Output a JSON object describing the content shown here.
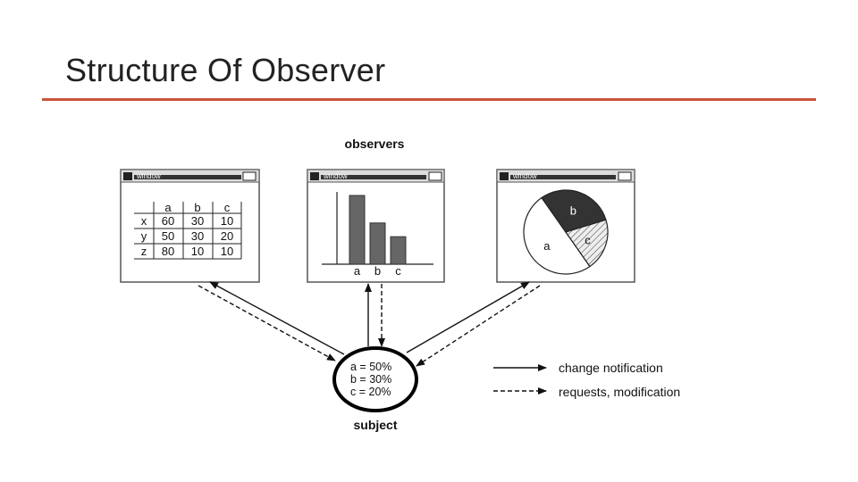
{
  "slide": {
    "title": "Structure Of Observer",
    "accent_color": "#c8553a"
  },
  "diagram": {
    "observers_label": "observers",
    "subject_label": "subject",
    "window_title": "window",
    "table": {
      "columns": [
        "a",
        "b",
        "c"
      ],
      "rows": [
        {
          "label": "x",
          "values": [
            "60",
            "30",
            "10"
          ]
        },
        {
          "label": "y",
          "values": [
            "50",
            "30",
            "20"
          ]
        },
        {
          "label": "z",
          "values": [
            "80",
            "10",
            "10"
          ]
        }
      ]
    },
    "bar_chart": {
      "categories": [
        "a",
        "b",
        "c"
      ],
      "values": [
        50,
        30,
        20
      ]
    },
    "pie_chart": {
      "slice_labels": [
        "a",
        "b",
        "c"
      ],
      "values": [
        50,
        30,
        20
      ]
    },
    "subject_values": [
      "a = 50%",
      "b = 30%",
      "c = 20%"
    ],
    "legend": {
      "solid": "change notification",
      "dashed": "requests, modification"
    }
  }
}
